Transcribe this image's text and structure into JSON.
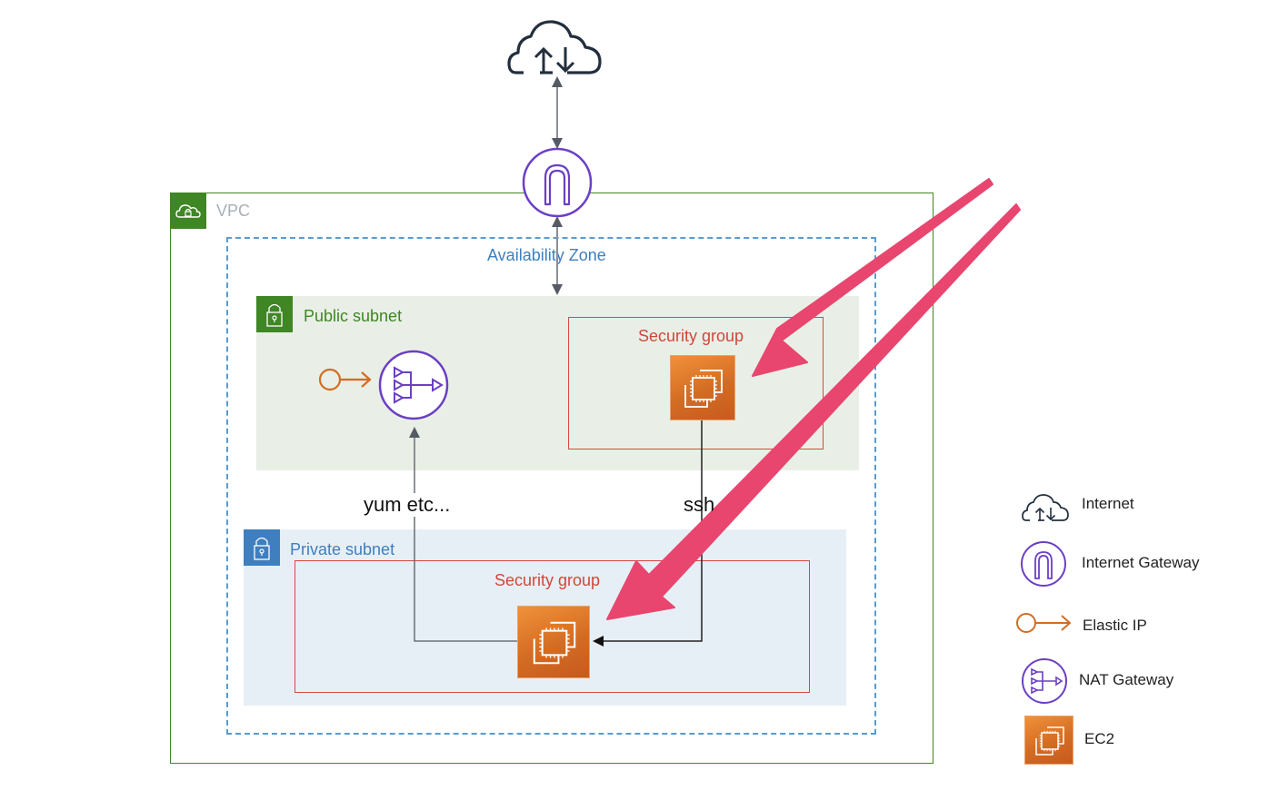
{
  "diagram": {
    "vpc": {
      "label": "VPC",
      "icon": "cloud-lock-icon",
      "color": "#3f8624"
    },
    "availability_zone": {
      "label": "Availability Zone",
      "color": "#3f7fbf"
    },
    "public_subnet": {
      "label": "Public subnet",
      "icon": "lock-icon",
      "color": "#3f8624",
      "background": "#e9efe6",
      "security_group": {
        "label": "Security group",
        "resource": "EC2"
      },
      "resources": [
        "Elastic IP",
        "NAT Gateway"
      ]
    },
    "private_subnet": {
      "label": "Private subnet",
      "icon": "lock-icon",
      "color": "#3f7fbf",
      "background": "#e7eff6",
      "security_group": {
        "label": "Security group",
        "resource": "EC2"
      }
    },
    "internet": {
      "icon": "internet-cloud-icon"
    },
    "internet_gateway": {
      "icon": "internet-gateway-icon",
      "color": "#6b3fc4"
    },
    "connections": [
      {
        "from": "Internet",
        "to": "Internet Gateway",
        "type": "bidirectional"
      },
      {
        "from": "Internet Gateway",
        "to": "Public subnet",
        "type": "bidirectional"
      },
      {
        "from": "Private EC2",
        "to": "NAT Gateway",
        "label": "yum etc..."
      },
      {
        "from": "Public EC2",
        "to": "Private EC2",
        "label": "ssh"
      }
    ],
    "annotations": {
      "arrow_color": "#e8466e",
      "arrows": [
        "pointing to public EC2",
        "pointing to private EC2"
      ]
    }
  },
  "labels": {
    "yum": "yum etc...",
    "ssh": "ssh"
  },
  "legend": [
    {
      "icon": "internet-cloud-icon",
      "label": "Internet"
    },
    {
      "icon": "internet-gateway-icon",
      "label": "Internet Gateway"
    },
    {
      "icon": "elastic-ip-icon",
      "label": "Elastic IP"
    },
    {
      "icon": "nat-gateway-icon",
      "label": "NAT Gateway"
    },
    {
      "icon": "ec2-icon",
      "label": "EC2"
    }
  ]
}
